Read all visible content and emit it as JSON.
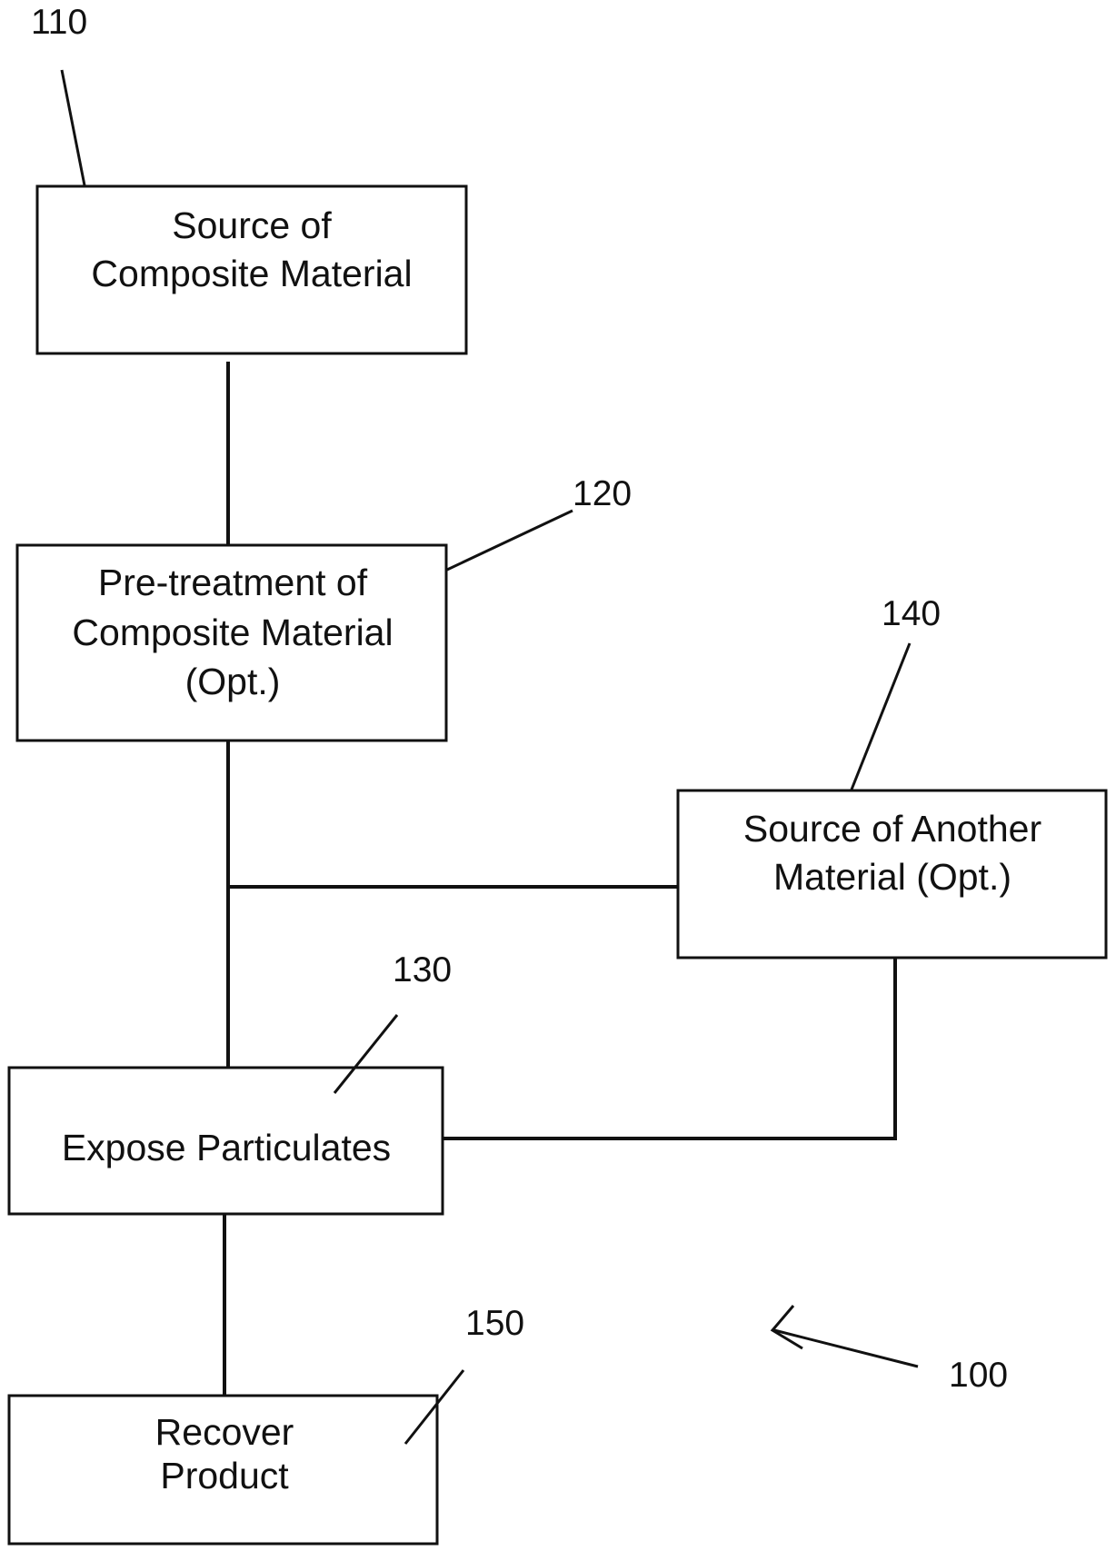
{
  "boxes": {
    "source_composite": {
      "ref": "110",
      "lines": [
        "Source of",
        "Composite Material"
      ]
    },
    "pretreatment": {
      "ref": "120",
      "lines": [
        "Pre-treatment of",
        "Composite Material",
        "(Opt.)"
      ]
    },
    "expose": {
      "ref": "130",
      "lines": [
        "Expose Particulates"
      ]
    },
    "source_another": {
      "ref": "140",
      "lines": [
        "Source of Another",
        "Material (Opt.)"
      ]
    },
    "recover": {
      "ref": "150",
      "lines": [
        "Recover",
        "Product"
      ]
    }
  },
  "system_ref": "100"
}
